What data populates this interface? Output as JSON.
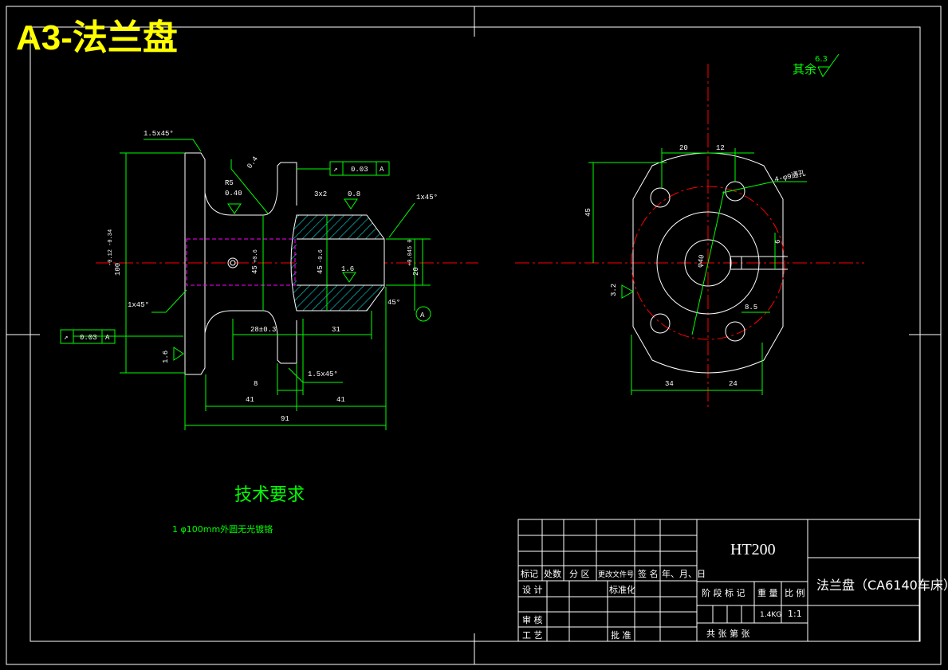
{
  "sheet_title": "A3-法兰盘",
  "roughness_note": {
    "label": "其余",
    "value": "6.3"
  },
  "tech_requirements": {
    "heading": "技术要求",
    "items": [
      "1 φ100mm外圆无光镀铬"
    ]
  },
  "left_view": {
    "dims": {
      "chamfer_top": "1.5x45°",
      "radius": "R5",
      "roughness_radius": "0.40",
      "rough_a": "0.8",
      "dim_3x2": "3x2",
      "chamfer_right": "1x45°",
      "dia_100": "100",
      "dia_100_tol": "-0.12 -0.34",
      "dia_45_left": "45",
      "dia_45_left_tol": "+0.6",
      "dia_45_right": "45",
      "dia_45_right_tol": "-0.6",
      "dia_20": "20",
      "dia_20_tol": "+0.045 0",
      "rough_16a": "1.6",
      "rough_16b": "1.6",
      "chamfer_left": "1x45°",
      "angle_45": "45°",
      "dim_28": "28±0.3",
      "dim_31": "31",
      "dim_8": "8",
      "chamfer_bottom": "1.5x45°",
      "dim_41a": "41",
      "dim_41b": "41",
      "dim_91": "91",
      "datum": "A",
      "rough_cross": "0.4"
    },
    "tolerance_top": {
      "symbol": "↗",
      "value": "0.03",
      "datum": "A"
    },
    "tolerance_left": {
      "symbol": "↗",
      "value": "0.03",
      "datum": "A"
    }
  },
  "right_view": {
    "dims": {
      "dim_20": "20",
      "dim_12": "12",
      "holes": "4-φ9通孔",
      "dim_45": "45",
      "dim_6": "6",
      "dia_40": "φ40",
      "rough_32": "3.2",
      "dim_85": "8.5",
      "dim_34": "34",
      "dim_24": "24"
    }
  },
  "title_block": {
    "material": "HT200",
    "part_name": "法兰盘（CA6140车床）",
    "headers": [
      "标记",
      "处数",
      "分 区",
      "更改文件号",
      "签 名",
      "年、月、日"
    ],
    "row_design": "设 计",
    "row_standard": "标准化",
    "row_stage": "阶 段 标 记",
    "row_weight": "重 量",
    "row_scale": "比 例",
    "weight": "1.4KG",
    "scale": "1:1",
    "row_check": "审 核",
    "row_process": "工 艺",
    "row_approve": "批 准",
    "sheets": "共    张  第    张"
  }
}
